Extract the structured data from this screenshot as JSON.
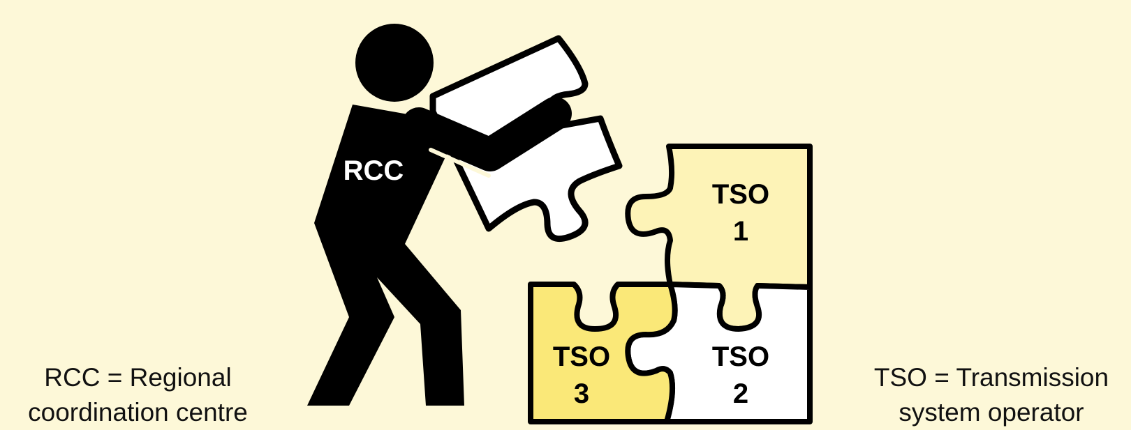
{
  "figure": {
    "rcc_label": "RCC",
    "pieces": [
      {
        "line1": "TSO",
        "line2": "1",
        "fill": "#fdf3b7"
      },
      {
        "line1": "TSO",
        "line2": "2",
        "fill": "#ffffff"
      },
      {
        "line1": "TSO",
        "line2": "3",
        "fill": "#fae878"
      }
    ],
    "held_piece_fill": "#ffffff"
  },
  "legend": {
    "rcc_line1": "RCC = Regional",
    "rcc_line2": "coordination centre",
    "tso_line1": "TSO = Transmission",
    "tso_line2": "system operator"
  },
  "colors": {
    "background": "#fdf8d8",
    "figure": "#000000"
  }
}
